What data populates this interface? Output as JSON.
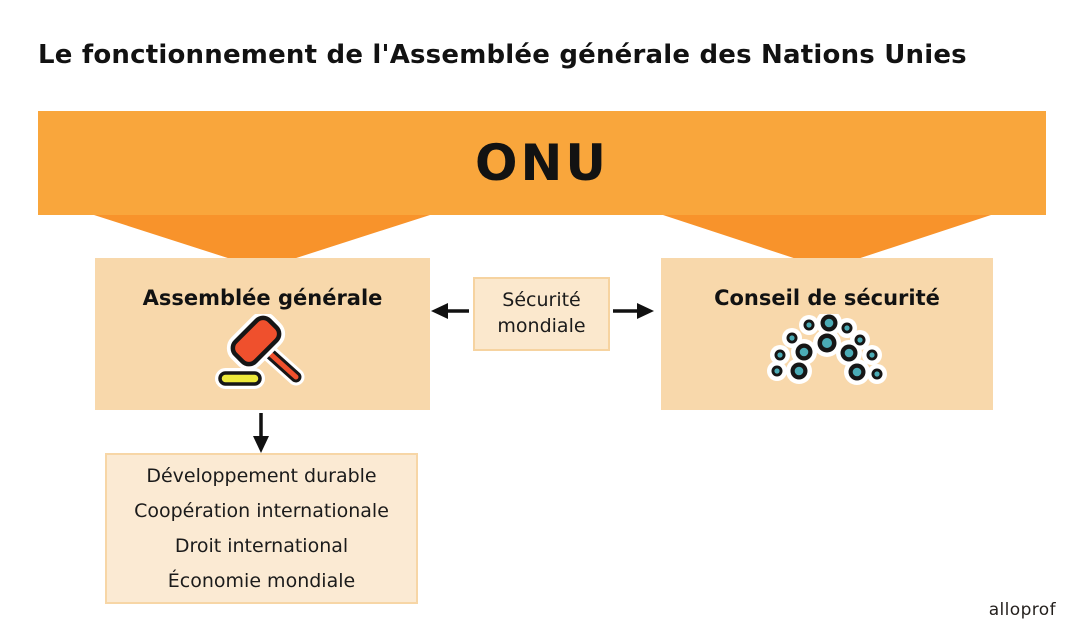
{
  "title": "Le fonctionnement de l'Assemblée générale des Nations Unies",
  "banner": {
    "label": "ONU"
  },
  "assembly": {
    "label": "Assemblée générale",
    "icon": "gavel-icon"
  },
  "council": {
    "label": "Conseil de sécurité",
    "icon": "council-seats-icon"
  },
  "relation": {
    "label": "Sécurité mondiale"
  },
  "topics": {
    "items": [
      "Développement durable",
      "Coopération internationale",
      "Droit international",
      "Économie mondiale"
    ]
  },
  "logo": {
    "label": "alloprof"
  },
  "colors": {
    "banner_orange": "#F9A63C",
    "triangle_orange": "#F8932B",
    "node_fill": "#F8D8AB",
    "panel_fill": "#FBE9D0",
    "panel_border": "#F7D6A6",
    "seat_teal": "#4AABB5",
    "gavel_red": "#EF502D",
    "block_yellow": "#EDE93B",
    "text": "#161616"
  }
}
